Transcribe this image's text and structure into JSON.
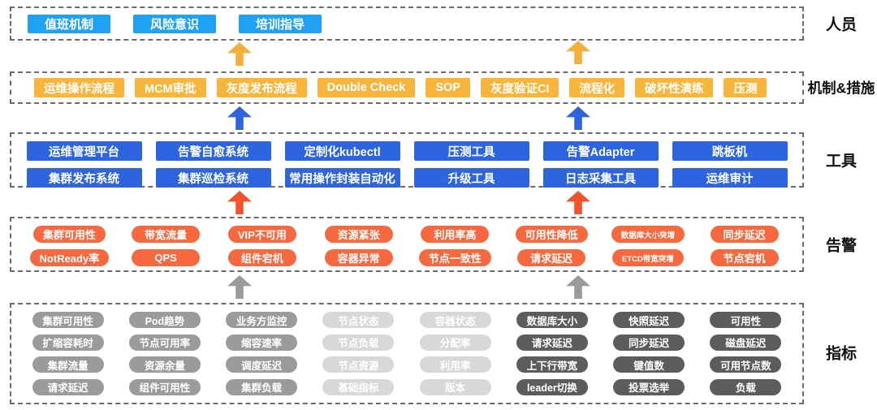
{
  "colors": {
    "person_box": "#1FA2F3",
    "mechanism_box": "#F8B53C",
    "tool_box": "#2D64DF",
    "alert_pill": "#F8683F",
    "metric_medium": "#9B9B9B",
    "metric_light": "#D8D8D8",
    "metric_dark": "#5C5C5C",
    "arrow_yellow": "#F5AF3C",
    "arrow_blue": "#2D64DF",
    "arrow_red": "#F4512C",
    "arrow_gray": "#9B9B9B",
    "dash_border": "#6B6B6B",
    "label_text": "#111111"
  },
  "layers": [
    {
      "id": "personnel",
      "label": "人员",
      "items": [
        "值班机制",
        "风险意识",
        "培训指导"
      ]
    },
    {
      "id": "mechanism",
      "label": "机制&措施",
      "items": [
        "运维操作流程",
        "MCM审批",
        "灰度发布流程",
        "Double Check",
        "SOP",
        "灰度验证CI",
        "流程化",
        "破坏性演练",
        "压测"
      ]
    },
    {
      "id": "tools",
      "label": "工具",
      "rows": [
        [
          "运维管理平台",
          "告警自愈系统",
          "定制化kubectl",
          "压测工具",
          "告警Adapter",
          "跳板机"
        ],
        [
          "集群发布系统",
          "集群巡检系统",
          "常用操作封装自动化",
          "升级工具",
          "日志采集工具",
          "运维审计"
        ]
      ]
    },
    {
      "id": "alerts",
      "label": "告警",
      "rows": [
        [
          "集群可用性",
          "带宽流量",
          "VIP不可用",
          "资源紧张",
          "利用率高",
          "可用性降低",
          "数据库大小突增",
          "同步延迟"
        ],
        [
          "NotReady率",
          "QPS",
          "组件宕机",
          "容器异常",
          "节点一致性",
          "请求延迟",
          "ETCD带宽突增",
          "节点宕机"
        ]
      ]
    },
    {
      "id": "metrics",
      "label": "指标",
      "columns": [
        {
          "tone": "medium",
          "items": [
            "集群可用性",
            "扩缩容耗时",
            "集群流量",
            "请求延迟"
          ]
        },
        {
          "tone": "medium",
          "items": [
            "Pod趋势",
            "节点可用率",
            "资源余量",
            "组件可用性"
          ]
        },
        {
          "tone": "medium",
          "items": [
            "业务方监控",
            "缩容速率",
            "调度延迟",
            "集群负载"
          ]
        },
        {
          "tone": "light",
          "items": [
            "节点状态",
            "节点负载",
            "节点资源",
            "基础指标"
          ]
        },
        {
          "tone": "light",
          "items": [
            "容器状态",
            "分配率",
            "利用率",
            "版本"
          ]
        },
        {
          "tone": "dark",
          "items": [
            "数据库大小",
            "请求延迟",
            "上下行带宽",
            "leader切换"
          ]
        },
        {
          "tone": "dark",
          "items": [
            "快照延迟",
            "同步延迟",
            "键值数",
            "投票选举"
          ]
        },
        {
          "tone": "dark",
          "items": [
            "可用性",
            "磁盘延迟",
            "可用节点数",
            "负载"
          ]
        }
      ]
    }
  ],
  "arrows": [
    {
      "between": "机制&措施→人员",
      "direction": "up",
      "color_key": "arrow_yellow"
    },
    {
      "between": "工具→机制&措施",
      "direction": "up",
      "color_key": "arrow_blue"
    },
    {
      "between": "告警→工具",
      "direction": "up",
      "color_key": "arrow_red"
    },
    {
      "between": "指标→告警",
      "direction": "up",
      "color_key": "arrow_gray"
    }
  ]
}
